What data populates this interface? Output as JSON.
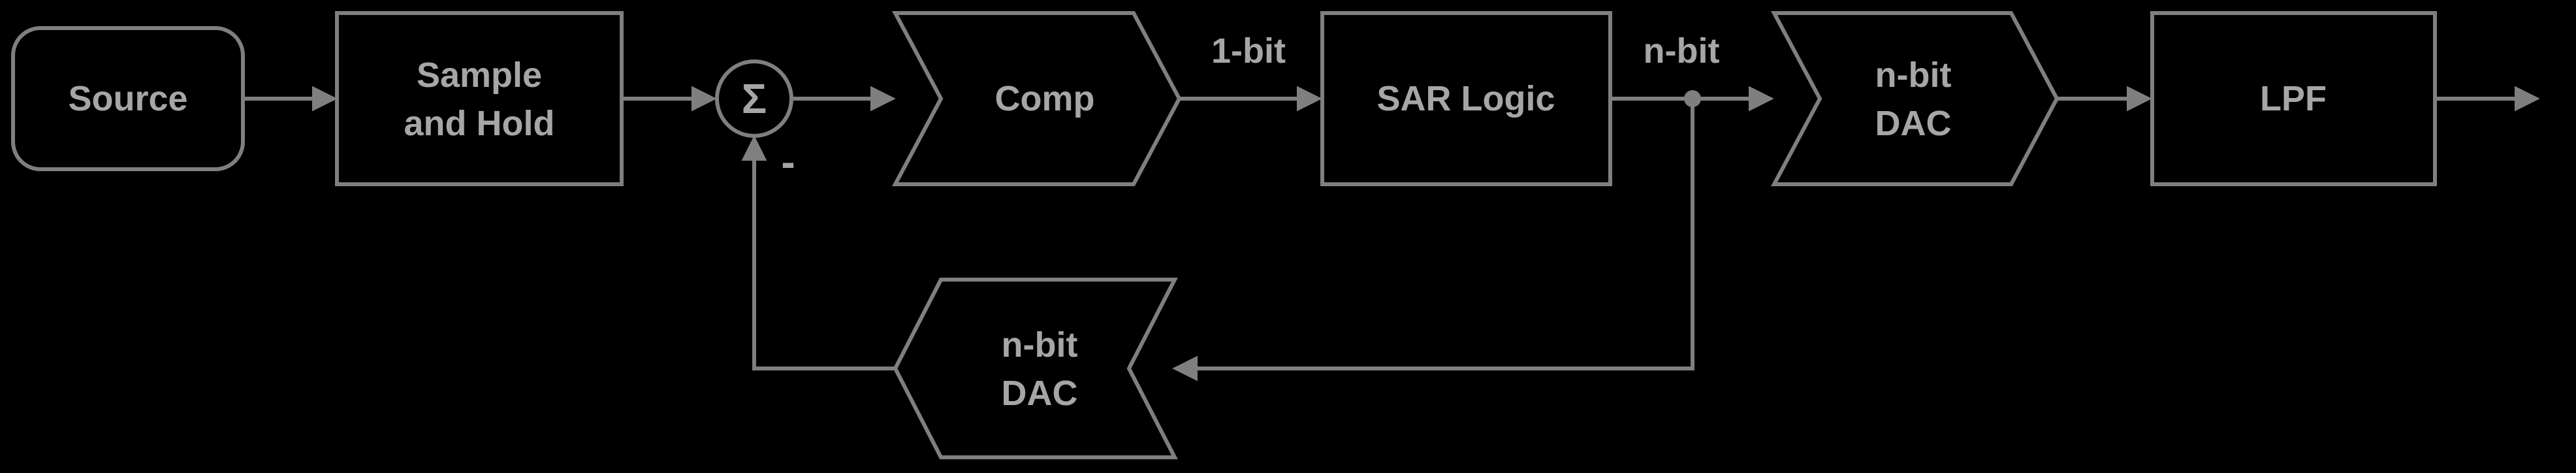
{
  "diagram": {
    "type": "block-diagram",
    "subject": "SAR ADC signal chain",
    "colors": {
      "background": "#000000",
      "stroke": "#7f7f7f",
      "text": "#a6a6a6"
    },
    "blocks": {
      "source": {
        "label": "Source"
      },
      "sample_hold": {
        "line1": "Sample",
        "line2": "and Hold"
      },
      "summer": {
        "symbol": "Σ",
        "minus": "-"
      },
      "comparator": {
        "label": "Comp"
      },
      "sar_logic": {
        "label": "SAR Logic"
      },
      "dac_main": {
        "line1": "n-bit",
        "line2": "DAC"
      },
      "lpf": {
        "label": "LPF"
      },
      "dac_feedback": {
        "line1": "n-bit",
        "line2": "DAC"
      }
    },
    "signals": {
      "comp_out": "1-bit",
      "sar_out": "n-bit"
    }
  }
}
